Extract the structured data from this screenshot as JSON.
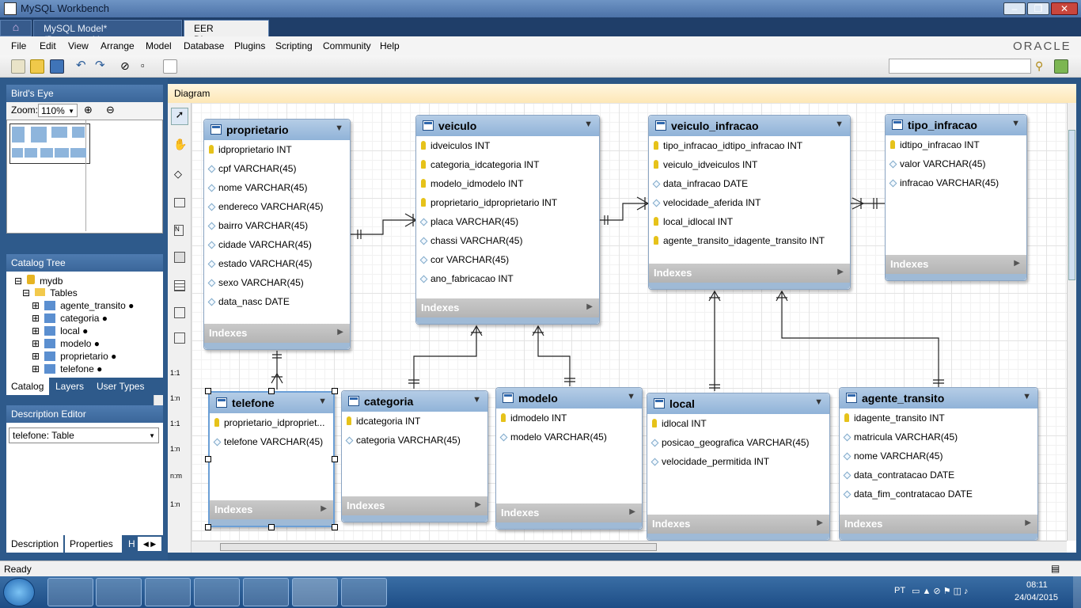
{
  "window": {
    "title": "MySQL Workbench"
  },
  "tabs": [
    {
      "label": "MySQL Model* (Detran.mwb)"
    },
    {
      "label": "EER Diagram"
    }
  ],
  "menu": [
    "File",
    "Edit",
    "View",
    "Arrange",
    "Model",
    "Database",
    "Plugins",
    "Scripting",
    "Community",
    "Help"
  ],
  "brand": "ORACLE",
  "birds_eye": {
    "title": "Bird's Eye",
    "zoom_label": "Zoom:",
    "zoom_value": "110%"
  },
  "catalog": {
    "title": "Catalog Tree",
    "db": "mydb",
    "tables_label": "Tables",
    "items": [
      "agente_transito",
      "categoria",
      "local",
      "modelo",
      "proprietario",
      "telefone"
    ],
    "tabs": [
      "Catalog",
      "Layers",
      "User Types"
    ]
  },
  "description": {
    "title": "Description Editor",
    "selected": "telefone: Table",
    "tabs": [
      "Description",
      "Properties",
      "H"
    ]
  },
  "diagram": {
    "title": "Diagram",
    "indexes_label": "Indexes"
  },
  "tables": [
    {
      "name": "proprietario",
      "cols": [
        {
          "t": "k",
          "v": "idproprietario INT"
        },
        {
          "t": "d",
          "v": "cpf VARCHAR(45)"
        },
        {
          "t": "d",
          "v": "nome VARCHAR(45)"
        },
        {
          "t": "d",
          "v": "endereco VARCHAR(45)"
        },
        {
          "t": "d",
          "v": "bairro VARCHAR(45)"
        },
        {
          "t": "d",
          "v": "cidade VARCHAR(45)"
        },
        {
          "t": "d",
          "v": "estado VARCHAR(45)"
        },
        {
          "t": "d",
          "v": "sexo VARCHAR(45)"
        },
        {
          "t": "d",
          "v": "data_nasc DATE"
        }
      ]
    },
    {
      "name": "veiculo",
      "cols": [
        {
          "t": "k",
          "v": "idveiculos INT"
        },
        {
          "t": "k",
          "v": "categoria_idcategoria INT"
        },
        {
          "t": "k",
          "v": "modelo_idmodelo INT"
        },
        {
          "t": "k",
          "v": "proprietario_idproprietario INT"
        },
        {
          "t": "d",
          "v": "placa VARCHAR(45)"
        },
        {
          "t": "d",
          "v": "chassi VARCHAR(45)"
        },
        {
          "t": "d",
          "v": "cor VARCHAR(45)"
        },
        {
          "t": "d",
          "v": "ano_fabricacao INT"
        }
      ]
    },
    {
      "name": "veiculo_infracao",
      "cols": [
        {
          "t": "k",
          "v": "tipo_infracao_idtipo_infracao INT"
        },
        {
          "t": "k",
          "v": "veiculo_idveiculos INT"
        },
        {
          "t": "d",
          "v": "data_infracao DATE"
        },
        {
          "t": "d",
          "v": "velocidade_aferida INT"
        },
        {
          "t": "k",
          "v": "local_idlocal INT"
        },
        {
          "t": "k",
          "v": "agente_transito_idagente_transito INT"
        }
      ]
    },
    {
      "name": "tipo_infracao",
      "cols": [
        {
          "t": "k",
          "v": "idtipo_infracao INT"
        },
        {
          "t": "d",
          "v": "valor VARCHAR(45)"
        },
        {
          "t": "d",
          "v": "infracao VARCHAR(45)"
        }
      ]
    },
    {
      "name": "telefone",
      "cols": [
        {
          "t": "k",
          "v": "proprietario_idpropriet..."
        },
        {
          "t": "d",
          "v": "telefone VARCHAR(45)"
        }
      ]
    },
    {
      "name": "categoria",
      "cols": [
        {
          "t": "k",
          "v": "idcategoria INT"
        },
        {
          "t": "d",
          "v": "categoria VARCHAR(45)"
        }
      ]
    },
    {
      "name": "modelo",
      "cols": [
        {
          "t": "k",
          "v": "idmodelo INT"
        },
        {
          "t": "d",
          "v": "modelo VARCHAR(45)"
        }
      ]
    },
    {
      "name": "local",
      "cols": [
        {
          "t": "k",
          "v": "idlocal INT"
        },
        {
          "t": "d",
          "v": "posicao_geografica VARCHAR(45)"
        },
        {
          "t": "d",
          "v": "velocidade_permitida INT"
        }
      ]
    },
    {
      "name": "agente_transito",
      "cols": [
        {
          "t": "k",
          "v": "idagente_transito INT"
        },
        {
          "t": "d",
          "v": "matricula VARCHAR(45)"
        },
        {
          "t": "d",
          "v": "nome VARCHAR(45)"
        },
        {
          "t": "d",
          "v": "data_contratacao DATE"
        },
        {
          "t": "d",
          "v": "data_fim_contratacao DATE"
        }
      ]
    }
  ],
  "toolstrip_labels": [
    "1:1",
    "1:n",
    "1:1",
    "1:n",
    "n:m",
    "1:n"
  ],
  "status": "Ready",
  "tray": {
    "lang": "PT",
    "time": "08:11",
    "date": "24/04/2015"
  }
}
